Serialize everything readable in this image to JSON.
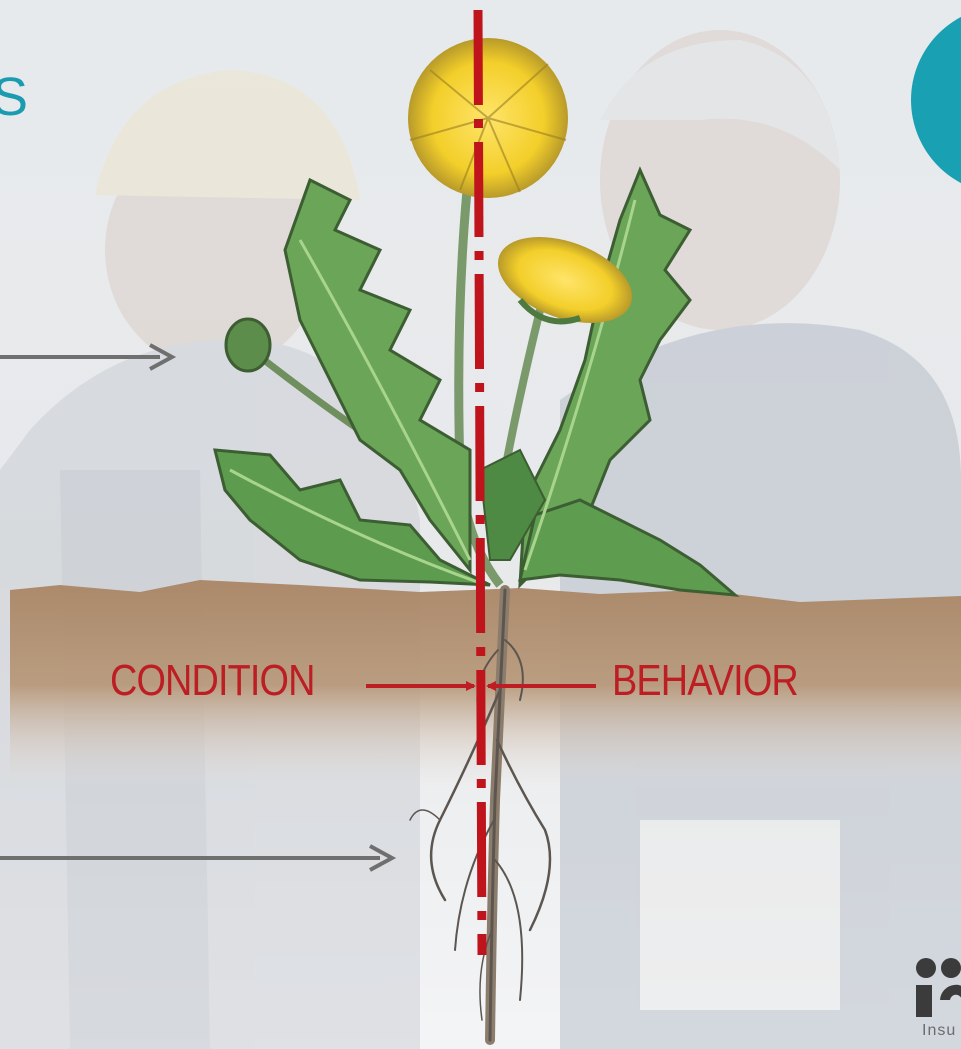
{
  "slide": {
    "title_fragment": "S",
    "condition_label": "CONDITION",
    "behavior_label": "BEHAVIOR",
    "logo_text": "Insu"
  },
  "colors": {
    "title": "#1b9bb0",
    "accent_red": "#bd1e24",
    "circle": "#1aa0b3",
    "soil": "#9d7a58",
    "arrow_gray": "#6f6f6f"
  },
  "icons": [
    "dandelion-plant",
    "roots",
    "centerline",
    "teal-circle",
    "brand-logo"
  ]
}
